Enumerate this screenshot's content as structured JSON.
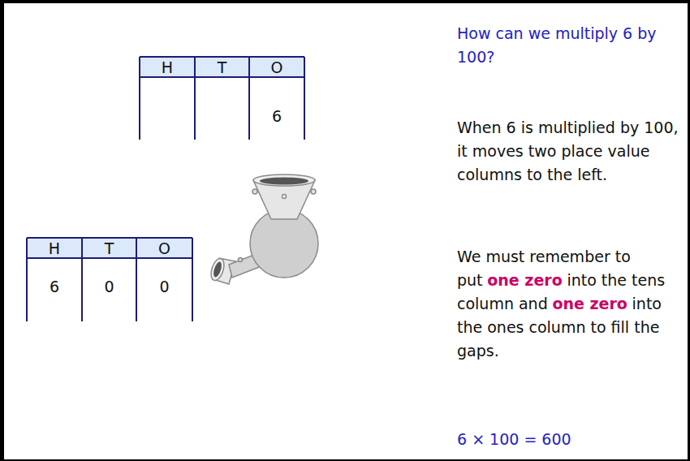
{
  "diagram": {
    "title": "How can we multiply 6 by 100?",
    "labels": [
      "H",
      "T",
      "O",
      "6",
      "When 6 is multiplied by 100, it moves two place value columns to the left.",
      "We must remember to put",
      "one zero",
      "into the tens column and",
      "one zero",
      "into the ones column to fill the gaps.",
      "H",
      "T",
      "O",
      "6",
      "0",
      "0",
      "6 × 100 = 600"
    ]
  }
}
